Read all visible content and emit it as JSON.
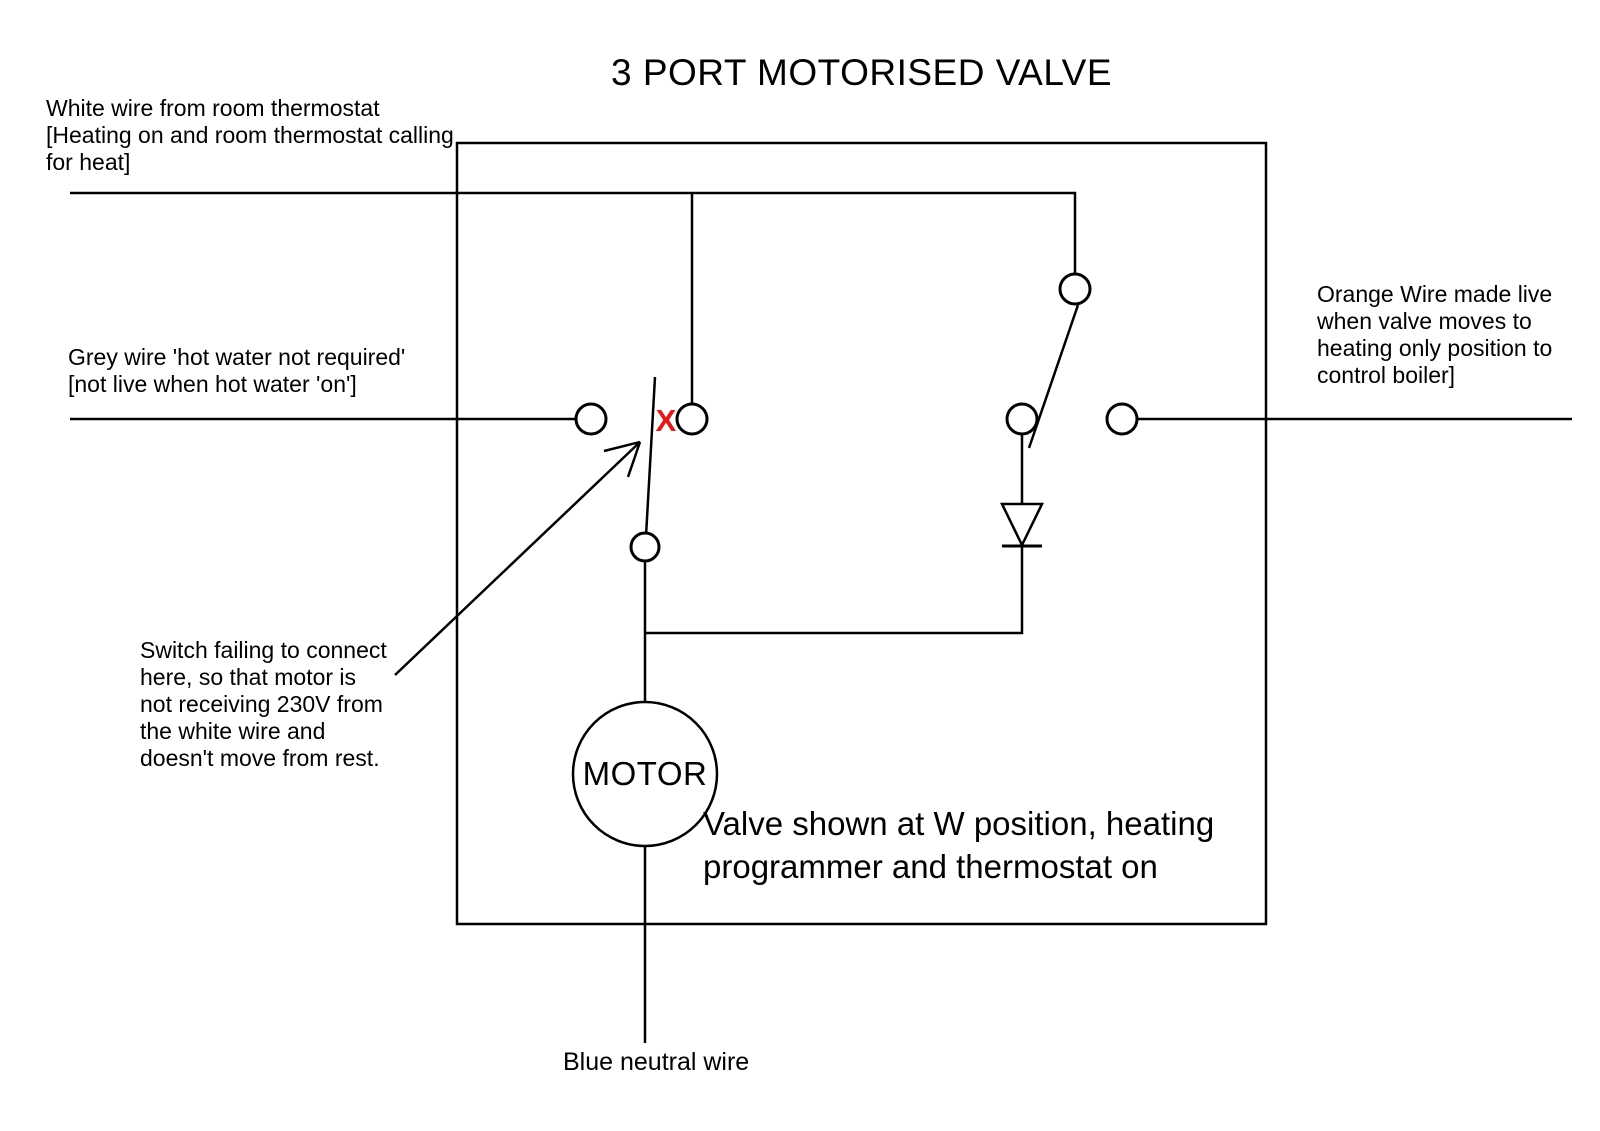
{
  "title": "3 PORT MOTORISED VALVE",
  "annotations": {
    "white_wire": {
      "lines": [
        "White wire from room thermostat",
        "[Heating on and room thermostat calling",
        "for heat]"
      ]
    },
    "grey_wire": {
      "lines": [
        "Grey wire 'hot water not required'",
        "[not live when hot water 'on']"
      ]
    },
    "orange_wire": {
      "lines": [
        "Orange Wire made live",
        "when valve moves to",
        "heating only position to",
        "control boiler]"
      ]
    },
    "switch_fault": {
      "lines": [
        "Switch failing to connect",
        "here, so that motor is",
        "not receiving 230V from",
        "the white wire and",
        "doesn't move from rest."
      ]
    },
    "valve_position": {
      "lines": [
        "Valve shown at W position, heating",
        "programmer and thermostat on"
      ]
    },
    "blue_neutral": "Blue neutral wire",
    "motor": "MOTOR",
    "fault_marker": "X"
  },
  "colors": {
    "diagram_line": "#000000",
    "fault_marker": "#e81616",
    "background": "#ffffff"
  }
}
